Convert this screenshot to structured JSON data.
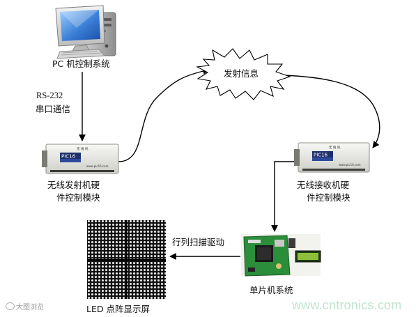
{
  "nodes": {
    "pc": {
      "label": "PC 机控制系统"
    },
    "link": {
      "line1": "RS-232",
      "line2": "串口通信"
    },
    "tx": {
      "line1": "无线发射机硬",
      "line2": "件控制模块"
    },
    "signal": {
      "label": "发射信息"
    },
    "rx": {
      "line1": "无线接收机硬",
      "line2": "件控制模块"
    },
    "mcu": {
      "label": "单片机系统"
    },
    "scan": {
      "label": "行列扫描驱动"
    },
    "led": {
      "label": "LED 点阵显示屏"
    }
  },
  "module_face": {
    "brand": "PIC16",
    "small_top": "无 线 机",
    "small_bottom": "www.pic16.com"
  },
  "watermarks": {
    "site": "www.cntronics.com",
    "source": "大图浏览"
  },
  "colors": {
    "connector": "#000000",
    "module_body": "#e9e9e4",
    "pcb": "#2b8e3a",
    "screen": "#5a8fd6",
    "background": "#ffffff"
  },
  "icons": {
    "pc": "desktop-computer-icon",
    "burst": "starburst-icon",
    "module": "wireless-module-icon",
    "board": "circuit-board-icon",
    "matrix": "led-dot-matrix-icon"
  }
}
